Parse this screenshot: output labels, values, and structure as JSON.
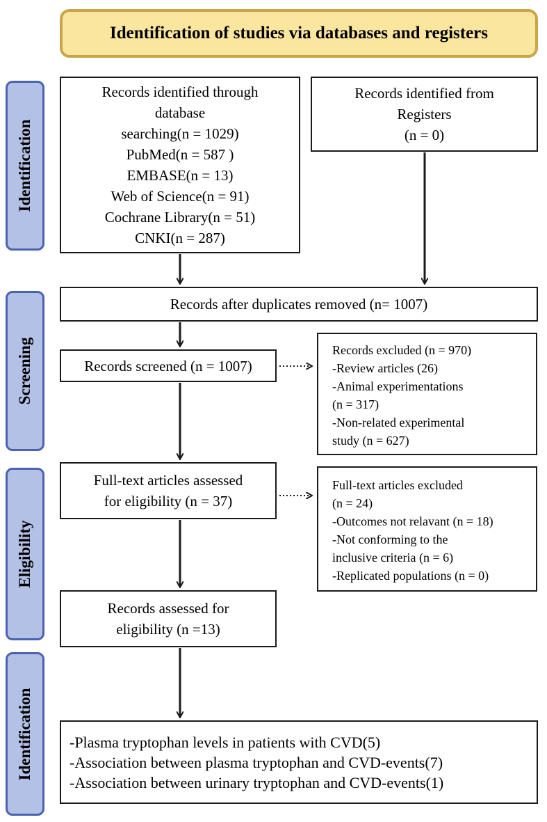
{
  "header": "Identification of studies via databases and registers",
  "stages": [
    "Identification",
    "Screening",
    "Eligibility",
    "Identification"
  ],
  "boxes": {
    "database": [
      "Records identified through",
      "database",
      "searching(n = 1029)",
      "PubMed(n = 587 )",
      "EMBASE(n = 13)",
      "Web of Science(n = 91)",
      "Cochrane Library(n = 51)",
      "CNKI(n = 287)"
    ],
    "registers": [
      "Records identified from",
      "Registers",
      "(n = 0)"
    ],
    "duplicates": "Records after duplicates removed (n= 1007)",
    "screened": "Records screened (n = 1007)",
    "excluded": [
      "Records excluded (n = 970)",
      "-Review articles (26)",
      "-Animal experimentations",
      "(n = 317)",
      "-Non-related experimental",
      "study (n = 627)"
    ],
    "fulltext": [
      "Full-text articles assessed",
      "for eligibility  (n = 37)"
    ],
    "fulltext_excluded": [
      "Full-text articles excluded",
      "(n = 24)",
      "-Outcomes not relavant (n = 18)",
      "-Not conforming to the",
      "inclusive criteria (n = 6)",
      "-Replicated populations (n = 0)"
    ],
    "assessed": [
      "Records assessed for",
      "eligibility (n =13)"
    ],
    "included": [
      "-Plasma tryptophan levels in patients with CVD(5)",
      "-Association between plasma tryptophan and CVD-events(7)",
      "-Association between urinary tryptophan and CVD-events(1)"
    ]
  }
}
